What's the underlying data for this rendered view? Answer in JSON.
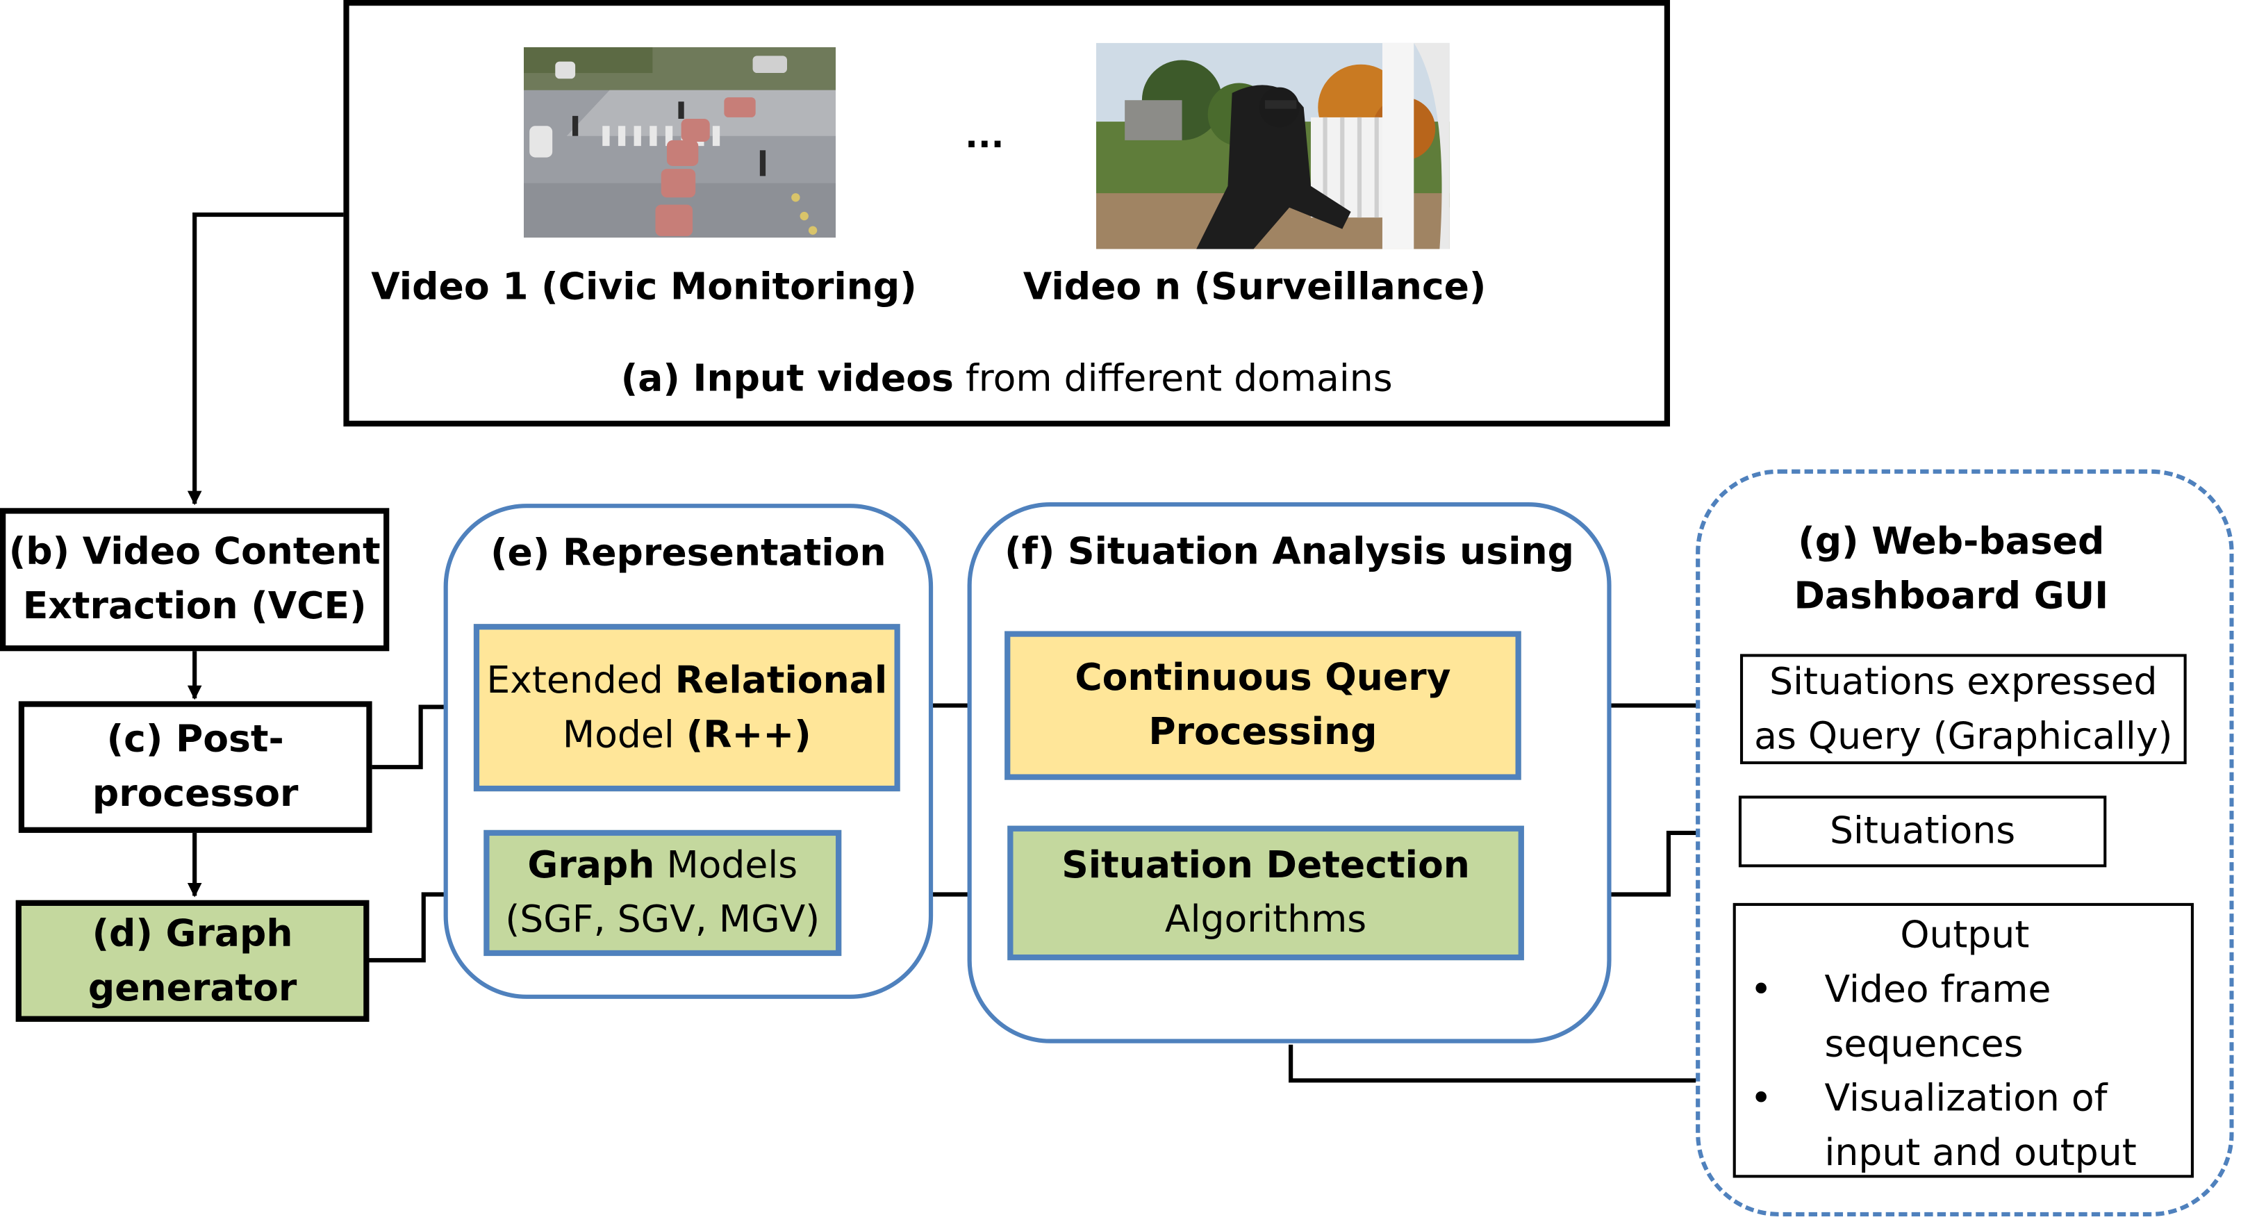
{
  "input_panel": {
    "video1_caption": "Video 1 (Civic Monitoring)",
    "ellipsis": "...",
    "videon_caption": "Video n (Surveillance)",
    "label_bold": "(a) Input videos",
    "label_rest": "from different domains"
  },
  "vce": {
    "line1": "(b) Video Content",
    "line2": "Extraction (VCE)"
  },
  "post": {
    "line1": "(c) Post-",
    "line2": "processor"
  },
  "graphgen": {
    "line1": "(d) Graph",
    "line2": "generator"
  },
  "representation": {
    "title": "(e) Representation",
    "relational_pre": "Extended ",
    "relational_bold": "Relational",
    "relational_line2_pre": "Model ",
    "relational_line2_bold": "(R++)",
    "graph_bold": "Graph",
    "graph_rest": " Models",
    "graph_line2": "(SGF, SGV, MGV)"
  },
  "analysis": {
    "title": "(f) Situation Analysis using",
    "cqp_line1": "Continuous Query",
    "cqp_line2": "Processing",
    "sd_line1": "Situation Detection",
    "sd_line2": "Algorithms"
  },
  "dashboard": {
    "title_line1": "(g) Web-based",
    "title_line2": "Dashboard GUI",
    "query_line1": "Situations expressed",
    "query_line2": "as Query (Graphically)",
    "situations": "Situations",
    "output_title": "Output",
    "output_items": [
      "Video frame sequences",
      "Visualization of input and output"
    ]
  },
  "colors": {
    "blue_border": "#4f81bd",
    "yellow_fill": "#ffe699",
    "green_fill": "#c4d89e"
  }
}
